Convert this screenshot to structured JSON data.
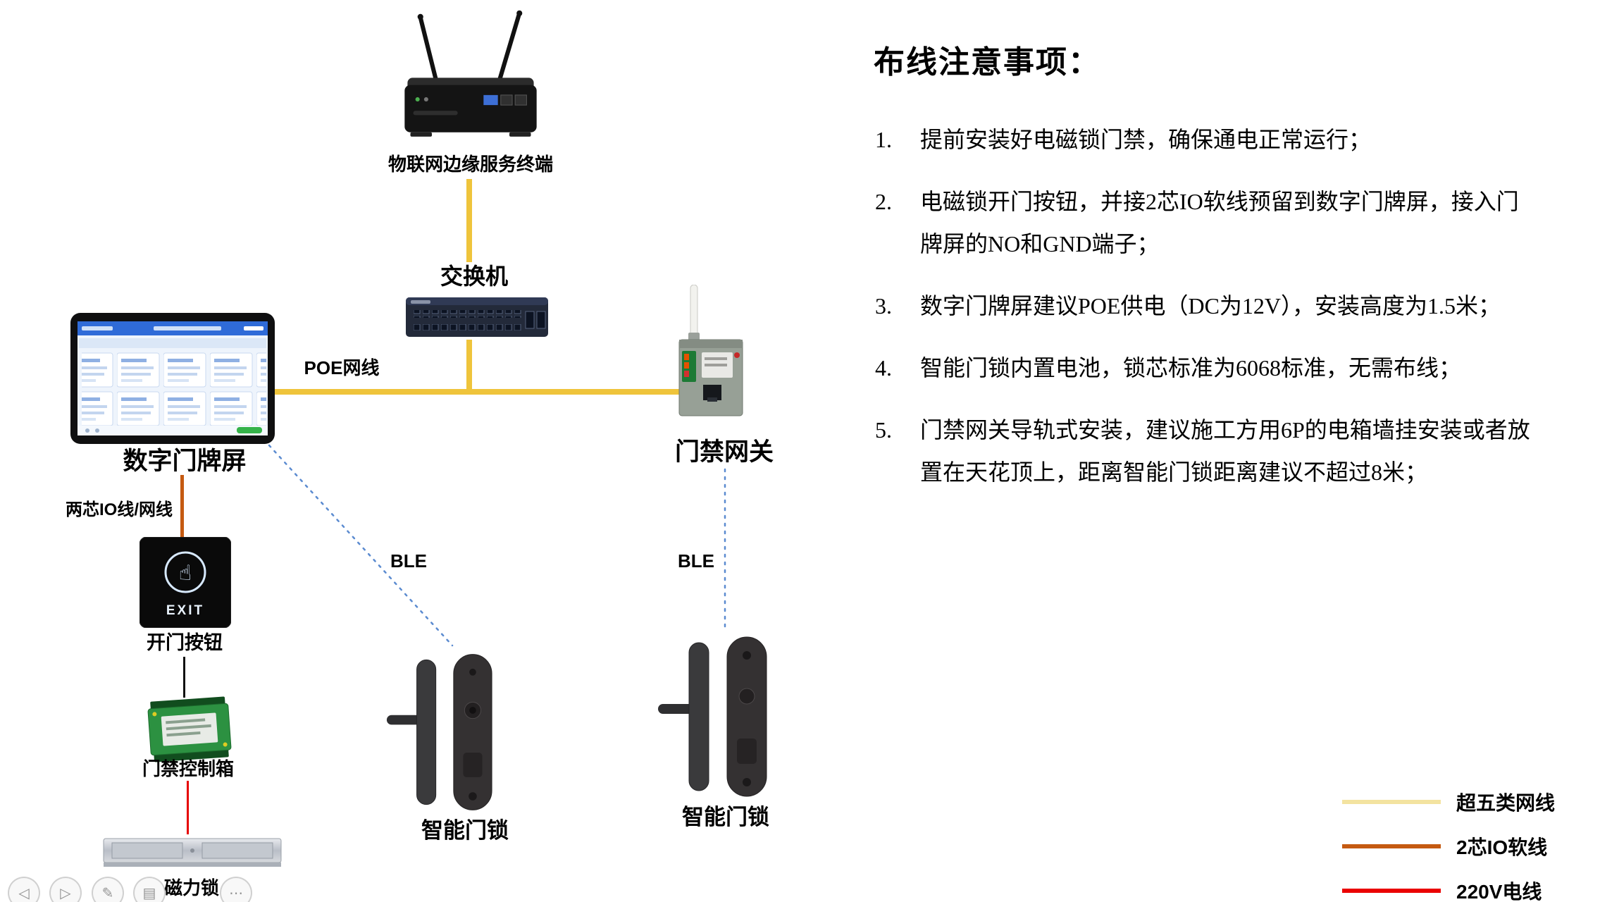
{
  "diagram": {
    "iot_server": {
      "label": "物联网边缘服务终端"
    },
    "switch": {
      "label": "交换机"
    },
    "door_screen": {
      "label": "数字门牌屏"
    },
    "gateway": {
      "label": "门禁网关"
    },
    "exit_button": {
      "label": "开门按钮",
      "screen_text": "EXIT"
    },
    "control_box": {
      "label": "门禁控制箱"
    },
    "magnetic_lock": {
      "label": "磁力锁"
    },
    "smart_lock_left": {
      "label": "智能门锁"
    },
    "smart_lock_right": {
      "label": "智能门锁"
    },
    "links": {
      "poe": "POE网线",
      "io": "两芯IO线/网线",
      "ble_left": "BLE",
      "ble_right": "BLE"
    }
  },
  "notes": {
    "title": "布线注意事项：",
    "items": [
      {
        "num": "1.",
        "text": "提前安装好电磁锁门禁，确保通电正常运行；"
      },
      {
        "num": "2.",
        "text": "电磁锁开门按钮，并接2芯IO软线预留到数字门牌屏，接入门牌屏的NO和GND端子；"
      },
      {
        "num": "3.",
        "text": "数字门牌屏建议POE供电（DC为12V），安装高度为1.5米；"
      },
      {
        "num": "4.",
        "text": "智能门锁内置电池，锁芯标准为6068标准，无需布线；"
      },
      {
        "num": "5.",
        "text": "门禁网关导轨式安装，建议施工方用6P的电箱墙挂安装或者放置在天花顶上，距离智能门锁距离建议不超过8米；"
      }
    ]
  },
  "legend": {
    "items": [
      {
        "label": "超五类网线",
        "color": "#F3E3A0"
      },
      {
        "label": "2芯IO软线",
        "color": "#C55A11"
      },
      {
        "label": "220V电线",
        "color": "#EA0000"
      }
    ]
  },
  "colors": {
    "cable_yellow": "#EFC43B",
    "cable_orange": "#C55A11",
    "cable_red": "#E60000",
    "cable_black": "#111111",
    "ble_blue": "#5B8BD0"
  },
  "toolbar": {
    "items": [
      {
        "name": "prev-slide",
        "glyph": "◁"
      },
      {
        "name": "next-slide",
        "glyph": "▷"
      },
      {
        "name": "pen-tool",
        "glyph": "✎"
      },
      {
        "name": "eraser-tool",
        "glyph": "▤"
      },
      {
        "name": "more-tools",
        "glyph": "⋯"
      }
    ]
  }
}
